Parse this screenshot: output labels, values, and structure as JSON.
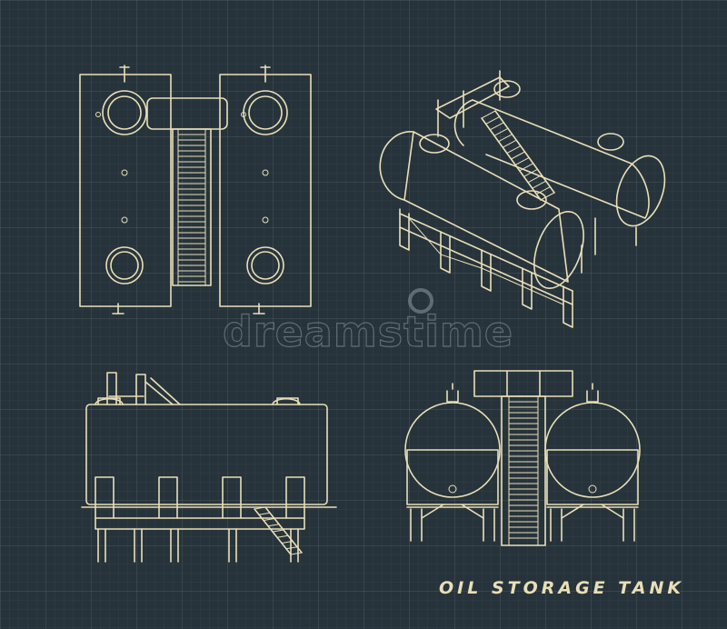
{
  "drawing": {
    "title": "OIL STORAGE TANK",
    "watermark": "dreamstime",
    "line_color": "#e9dfb6",
    "background_color": "#27333b"
  },
  "views": [
    "top",
    "isometric",
    "side",
    "front"
  ]
}
